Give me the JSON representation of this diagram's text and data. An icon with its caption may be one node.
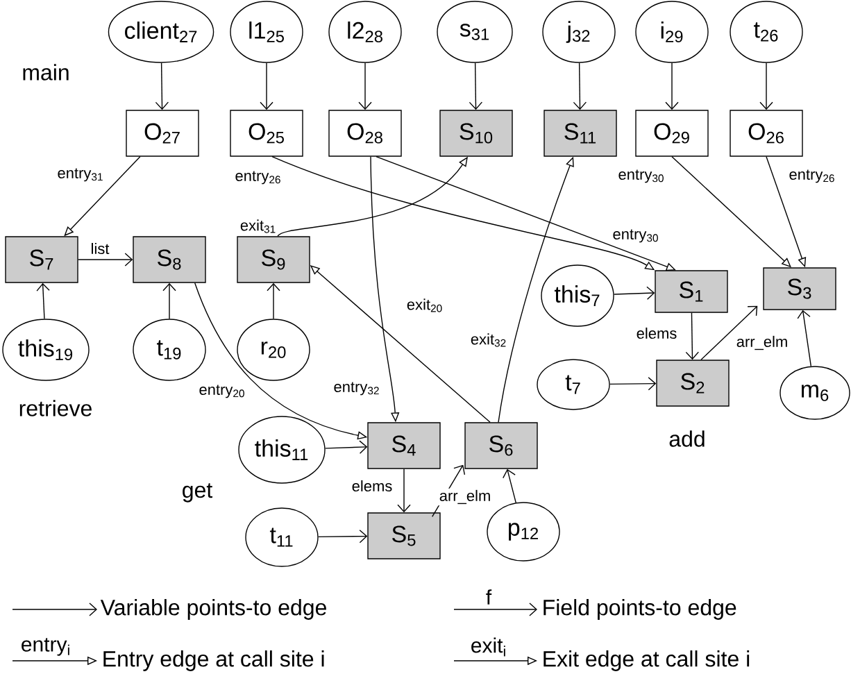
{
  "diagram": {
    "nodes": [
      {
        "text": [
          "client$_{27}$"
        ]
      },
      {
        "text": [
          "l1$_{25}$"
        ]
      },
      {
        "text": [
          "l2$_{28}$"
        ]
      },
      {
        "text": [
          "s$_{31}$"
        ]
      },
      {
        "text": [
          "j$_{32}$"
        ]
      },
      {
        "text": [
          "i$_{29}$"
        ]
      },
      {
        "text": [
          "t$_{26}$"
        ]
      },
      {
        "text": [
          "O$_{27}$"
        ]
      },
      {
        "text": [
          "O$_{25}$"
        ]
      },
      {
        "text": [
          "O$_{28}$"
        ]
      },
      {
        "text": [
          "S$_{10}$"
        ]
      },
      {
        "text": [
          "S$_{11}$"
        ]
      },
      {
        "text": [
          "O$_{29}$"
        ]
      },
      {
        "text": [
          "O$_{26}$"
        ]
      },
      {
        "text": [
          "S$_{7}$"
        ]
      },
      {
        "text": [
          "S$_{8}$"
        ]
      },
      {
        "text": [
          "S$_{9}$"
        ]
      },
      {
        "text": [
          "S$_{1}$"
        ]
      },
      {
        "text": [
          "S$_{3}$"
        ]
      },
      {
        "text": [
          "this$_{7}$"
        ]
      },
      {
        "text": [
          "this$_{19}$"
        ]
      },
      {
        "text": [
          "t$_{19}$"
        ]
      },
      {
        "text": [
          "r$_{20}$"
        ]
      },
      {
        "text": [
          "t$_{7}$"
        ]
      },
      {
        "text": [
          "S$_{2}$"
        ]
      },
      {
        "text": [
          "m$_{6}$"
        ]
      },
      {
        "text": [
          "S$_{4}$"
        ]
      },
      {
        "text": [
          "S$_{6}$"
        ]
      },
      {
        "text": [
          "this$_{11}$"
        ]
      },
      {
        "text": [
          "t$_{11}$"
        ]
      },
      {
        "text": [
          "S$_{5}$"
        ]
      },
      {
        "text": [
          "p$_{12}$"
        ]
      }
    ],
    "edges": [
      {
        "from": 0,
        "to": 7,
        "arrow": "to"
      },
      {
        "from": 1,
        "to": 8,
        "arrow": "to"
      },
      {
        "from": 2,
        "to": 9,
        "arrow": "to"
      },
      {
        "from": 3,
        "to": 10,
        "arrow": "to"
      },
      {
        "from": 4,
        "to": 11,
        "arrow": "to"
      },
      {
        "from": 5,
        "to": 12,
        "arrow": "to"
      },
      {
        "from": 6,
        "to": 13,
        "arrow": "to"
      },
      {
        "from": 7,
        "to": 14,
        "arrow": "to",
        "label": "entry$_{31}$"
      },
      {
        "from": 8,
        "to": 17,
        "arrow": "to",
        "label": "entry$_{26}$"
      },
      {
        "from": 9,
        "to": 17,
        "arrow": "to",
        "label": "entry$_{30}$"
      },
      {
        "from": 12,
        "to": 18,
        "arrow": "to",
        "label": "entry$_{30}$"
      },
      {
        "from": 13,
        "to": 18,
        "arrow": "to",
        "label": "entry$_{26}$"
      },
      {
        "from": 16,
        "to": 10,
        "arrow": "to",
        "label": "exit$_{31}$"
      },
      {
        "from": 14,
        "to": 15,
        "arrow": "to",
        "label": "list"
      },
      {
        "from": 20,
        "to": 14,
        "arrow": "to"
      },
      {
        "from": 21,
        "to": 15,
        "arrow": "to"
      },
      {
        "from": 22,
        "to": 16,
        "arrow": "to"
      },
      {
        "from": 19,
        "to": 17,
        "arrow": "to"
      },
      {
        "from": 17,
        "to": 24,
        "arrow": "to",
        "label": "elems"
      },
      {
        "from": 24,
        "to": 18,
        "arrow": "to",
        "label": "arr_elm"
      },
      {
        "from": 25,
        "to": 18,
        "arrow": "to"
      },
      {
        "from": 23,
        "to": 24,
        "arrow": "to"
      },
      {
        "from": 15,
        "to": 26,
        "arrow": "to",
        "label": "entry$_{20}$"
      },
      {
        "from": 9,
        "to": 26,
        "arrow": "to",
        "label": "entry$_{32}$"
      },
      {
        "from": 27,
        "to": 16,
        "arrow": "to",
        "label": "exit$_{20}$"
      },
      {
        "from": 27,
        "to": 11,
        "arrow": "to",
        "label": "exit$_{32}$"
      },
      {
        "from": 28,
        "to": 26,
        "arrow": "to"
      },
      {
        "from": 26,
        "to": 30,
        "arrow": "to",
        "label": "elems"
      },
      {
        "from": 30,
        "to": 27,
        "arrow": "to",
        "label": "arr_elm"
      },
      {
        "from": 29,
        "to": 30,
        "arrow": "to"
      },
      {
        "from": 31,
        "to": 27,
        "arrow": "to"
      }
    ],
    "labels": [
      "main",
      "retrieve",
      "add",
      "get",
      "f",
      "entry$_{i}$",
      "exit$_{i}$"
    ],
    "legend": [
      {
        "text": "Variable points-to edge"
      },
      {
        "text": "Field points-to edge"
      },
      {
        "text": "Entry edge at call site i"
      },
      {
        "text": "Exit edge at call site i"
      }
    ]
  }
}
